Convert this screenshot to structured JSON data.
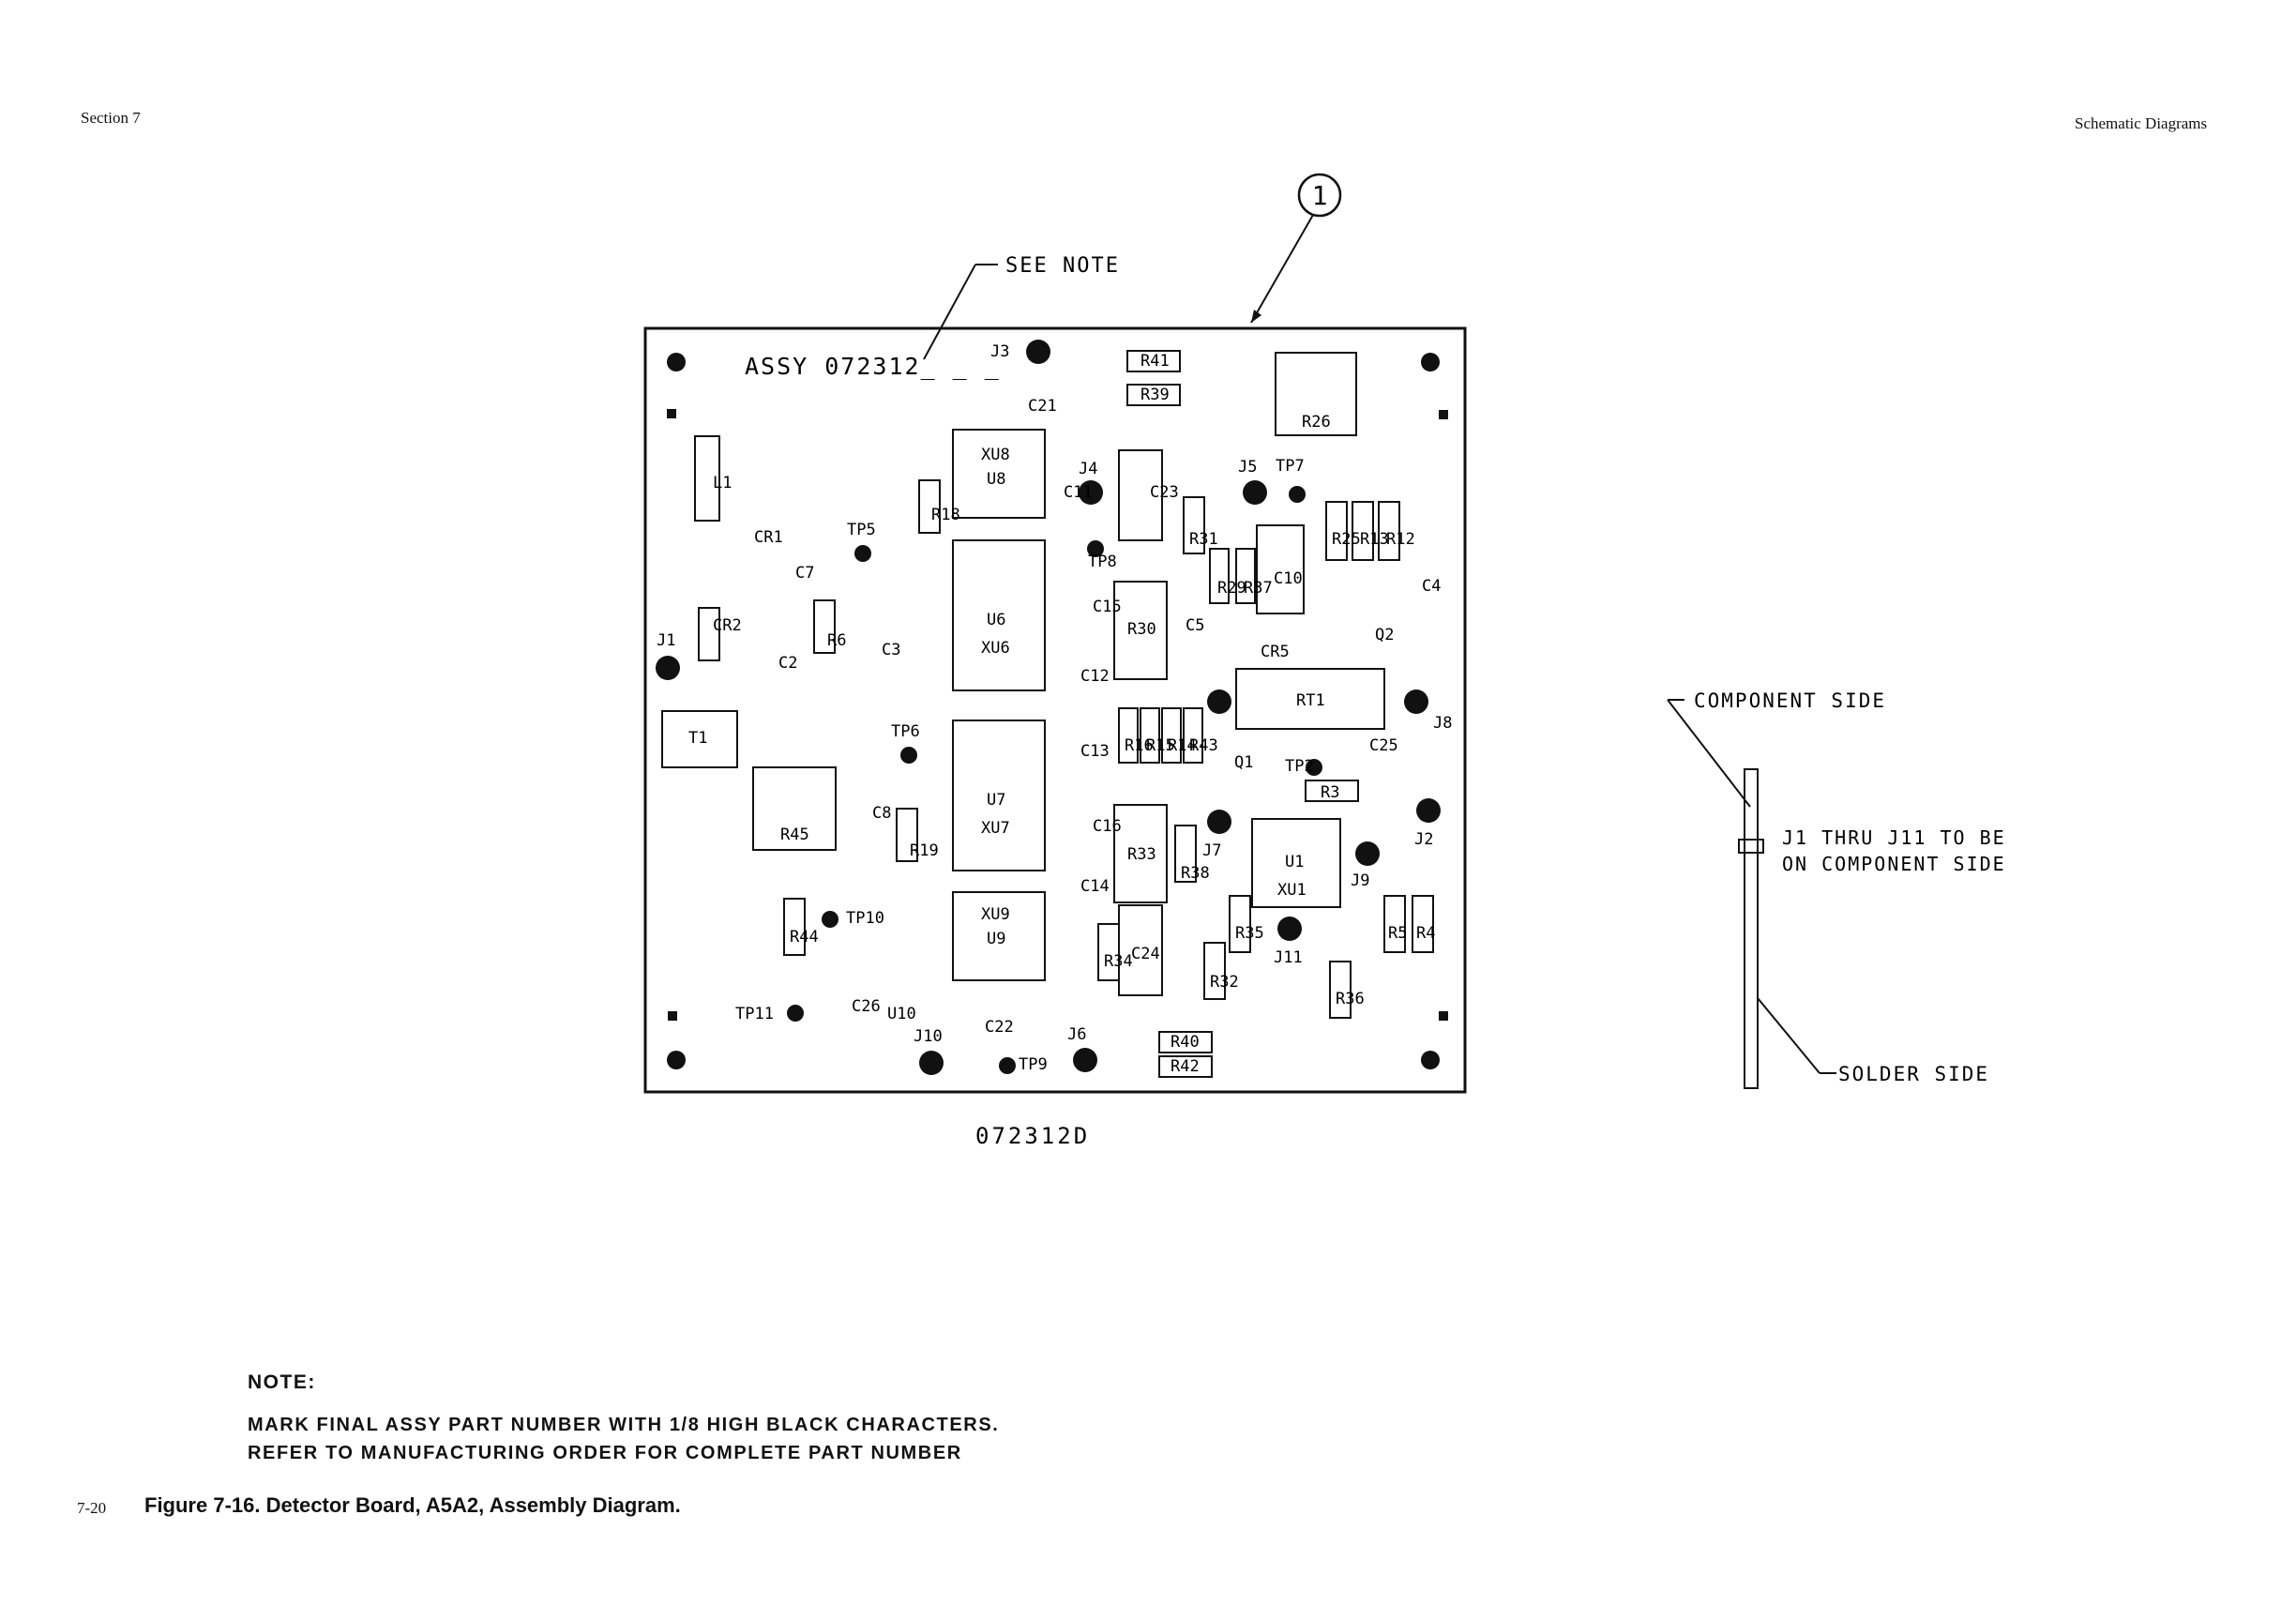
{
  "header": {
    "section": "Section 7",
    "chapter": "Schematic Diagrams"
  },
  "diagram": {
    "callout_number": "1",
    "see_note": "SEE NOTE",
    "assy_label": "ASSY 072312_ _ _",
    "drawing_number": "072312D",
    "components": [
      "J1",
      "J2",
      "J3",
      "J4",
      "J5",
      "J6",
      "J7",
      "J8",
      "J9",
      "J10",
      "J11",
      "TP2",
      "TP5",
      "TP6",
      "TP7",
      "TP8",
      "TP9",
      "TP10",
      "TP11",
      "R3",
      "R4",
      "R5",
      "R6",
      "R12",
      "R13",
      "R15",
      "R16",
      "R18",
      "R19",
      "R14",
      "R25",
      "R26",
      "R29",
      "R30",
      "R31",
      "R32",
      "R33",
      "R34",
      "R35",
      "R36",
      "R37",
      "R38",
      "R39",
      "R40",
      "R41",
      "R42",
      "R43",
      "R44",
      "R45",
      "C2",
      "C3",
      "C4",
      "C5",
      "C7",
      "C8",
      "C10",
      "C11",
      "C12",
      "C13",
      "C14",
      "C15",
      "C16",
      "C21",
      "C22",
      "C23",
      "C24",
      "C25",
      "C26",
      "CR1",
      "CR2",
      "CR5",
      "L1",
      "T1",
      "Q1",
      "Q2",
      "RT1",
      "U1",
      "XU1",
      "U6",
      "XU6",
      "U7",
      "XU7",
      "U8",
      "XU8",
      "U9",
      "XU9",
      "U10"
    ],
    "side_view": {
      "component_side": "COMPONENT SIDE",
      "solder_side": "SOLDER SIDE",
      "note_line1": "J1 THRU J11 TO BE",
      "note_line2": "ON COMPONENT SIDE"
    }
  },
  "note": {
    "title": "NOTE:",
    "line1": "MARK FINAL ASSY PART NUMBER WITH 1/8 HIGH BLACK CHARACTERS.",
    "line2": "REFER TO MANUFACTURING ORDER FOR COMPLETE PART NUMBER"
  },
  "footer": {
    "page": "7-20",
    "caption": "Figure 7-16. Detector Board, A5A2, Assembly Diagram."
  }
}
